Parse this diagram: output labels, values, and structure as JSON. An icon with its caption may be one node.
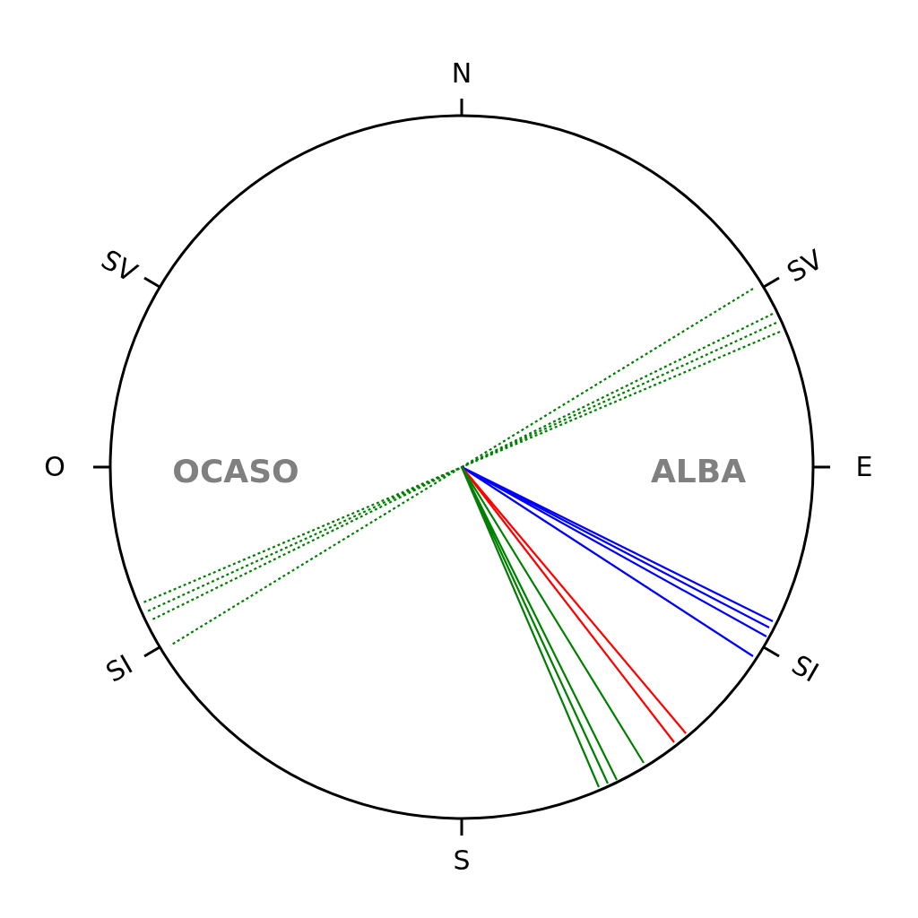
{
  "diagram": {
    "labels": [
      "N",
      "SV",
      "SV",
      "O",
      "OCASO",
      "ALBA",
      "E",
      "SI",
      "SI",
      "S"
    ]
  }
}
